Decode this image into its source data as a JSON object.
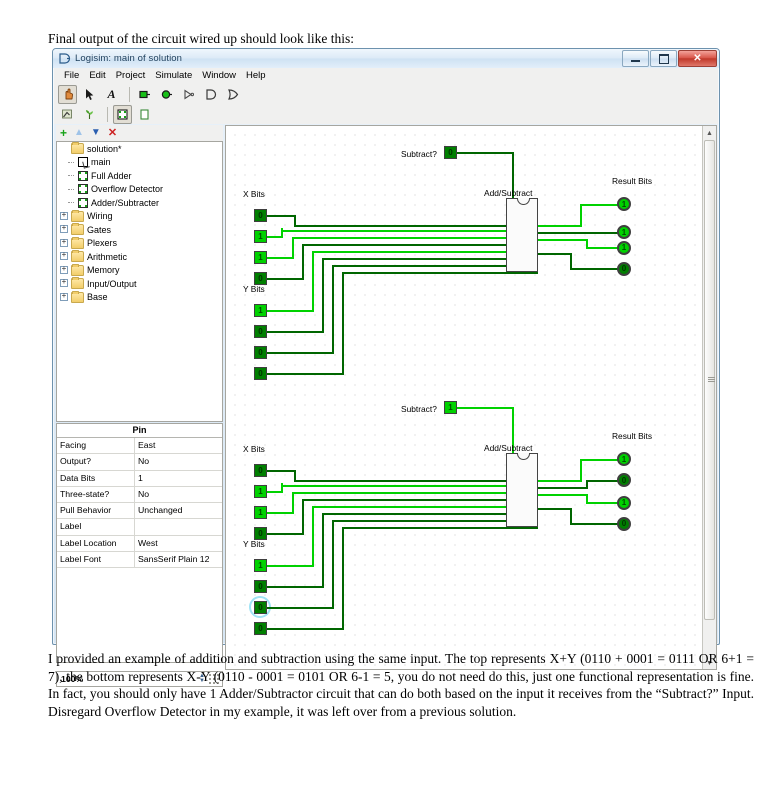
{
  "document": {
    "intro": "Final output of the circuit wired up should look like this:",
    "caption": "I provided an example of addition and subtraction using the same input.  The top represents X+Y (0110 + 0001 = 0111 OR 6+1 = 7), the bottom represents X-Y (0110 - 0001 = 0101 OR 6-1 = 5, you do not need do this, just one functional representation is fine.  In fact, you should only have 1 Adder/Subtractor circuit that can do both based on the input it receives from the “Subtract?” Input. Disregard Overflow Detector in my example, it was left over from a previous solution."
  },
  "window": {
    "title": "Logisim: main of solution",
    "ghost_text": "",
    "buttons": {
      "minimize": "–",
      "maximize": "□",
      "close": "✕"
    }
  },
  "menubar": {
    "items": [
      "File",
      "Edit",
      "Project",
      "Simulate",
      "Window",
      "Help"
    ]
  },
  "toolbar_main": {
    "tools": [
      {
        "name": "poke-tool",
        "selected": true
      },
      {
        "name": "select-tool",
        "selected": false
      },
      {
        "name": "text-tool",
        "selected": false
      },
      {
        "name": "input-pin-tool",
        "selected": false
      },
      {
        "name": "output-pin-tool",
        "selected": false
      },
      {
        "name": "not-gate-tool",
        "selected": false
      },
      {
        "name": "and-gate-tool",
        "selected": false
      },
      {
        "name": "or-gate-tool",
        "selected": false
      }
    ]
  },
  "toolbar_second": {
    "tools": [
      {
        "name": "wiring-tool",
        "selected": false
      },
      {
        "name": "paint-tool",
        "selected": false
      },
      {
        "name": "circuit-tool",
        "selected": true
      },
      {
        "name": "blank-circuit-tool",
        "selected": false
      }
    ]
  },
  "explorer_toolbar": {
    "buttons": [
      {
        "name": "add-circuit-button",
        "glyph": "+",
        "color": "#19a319"
      },
      {
        "name": "move-up-button",
        "glyph": "↑",
        "color": "#9fc3e8"
      },
      {
        "name": "move-down-button",
        "glyph": "↓",
        "color": "#2b5fb0"
      },
      {
        "name": "delete-circuit-button",
        "glyph": "✕",
        "color": "#cc2222"
      }
    ]
  },
  "explorer_tree": {
    "items": [
      {
        "label": "solution*",
        "type": "folder",
        "indent": 0,
        "twisty": "none"
      },
      {
        "label": "main",
        "type": "circuit-selected",
        "indent": 1,
        "twisty": "dash"
      },
      {
        "label": "Full Adder",
        "type": "circuit",
        "indent": 1,
        "twisty": "dash"
      },
      {
        "label": "Overflow Detector",
        "type": "circuit",
        "indent": 1,
        "twisty": "dash"
      },
      {
        "label": "Adder/Subtracter",
        "type": "circuit",
        "indent": 1,
        "twisty": "dash"
      },
      {
        "label": "Wiring",
        "type": "folder",
        "indent": 0,
        "twisty": "expand"
      },
      {
        "label": "Gates",
        "type": "folder",
        "indent": 0,
        "twisty": "expand"
      },
      {
        "label": "Plexers",
        "type": "folder",
        "indent": 0,
        "twisty": "expand"
      },
      {
        "label": "Arithmetic",
        "type": "folder",
        "indent": 0,
        "twisty": "expand"
      },
      {
        "label": "Memory",
        "type": "folder",
        "indent": 0,
        "twisty": "expand"
      },
      {
        "label": "Input/Output",
        "type": "folder",
        "indent": 0,
        "twisty": "expand"
      },
      {
        "label": "Base",
        "type": "folder",
        "indent": 0,
        "twisty": "expand"
      }
    ]
  },
  "properties": {
    "title": "Pin",
    "rows": [
      {
        "key": "Facing",
        "value": "East"
      },
      {
        "key": "Output?",
        "value": "No"
      },
      {
        "key": "Data Bits",
        "value": "1"
      },
      {
        "key": "Three-state?",
        "value": "No"
      },
      {
        "key": "Pull Behavior",
        "value": "Unchanged"
      },
      {
        "key": "Label",
        "value": ""
      },
      {
        "key": "Label Location",
        "value": "West"
      },
      {
        "key": "Label Font",
        "value": "SansSerif Plain 12"
      }
    ]
  },
  "statusbar": {
    "zoom": "100%",
    "spinner_up": "▲",
    "spinner_down": "▼"
  },
  "scrollbar": {
    "up_arrow": "▲",
    "down_arrow": "▼"
  },
  "circuits": [
    {
      "id": "top",
      "name": "adder-circuit",
      "labels": {
        "subtract": "Subtract?",
        "x_bits": "X Bits",
        "y_bits": "Y Bits",
        "chip": "Add/Subtract",
        "result_bits": "Result Bits"
      },
      "subtract_value": "0",
      "x_bits": [
        "0",
        "1",
        "1",
        "0"
      ],
      "y_bits": [
        "1",
        "0",
        "0",
        "0"
      ],
      "result_bits": [
        "1",
        "1",
        "1",
        "0"
      ]
    },
    {
      "id": "bottom",
      "name": "subtractor-circuit",
      "labels": {
        "subtract": "Subtract?",
        "x_bits": "X Bits",
        "y_bits": "Y Bits",
        "chip": "Add/Subtract",
        "result_bits": "Result Bits"
      },
      "subtract_value": "1",
      "x_bits": [
        "0",
        "1",
        "1",
        "0"
      ],
      "y_bits": [
        "1",
        "0",
        "0",
        "0"
      ],
      "result_bits": [
        "1",
        "0",
        "1",
        "0"
      ]
    }
  ],
  "colors": {
    "wire_on": "#00d200",
    "wire_off": "#006600",
    "pin_on": "#00d200",
    "pin_off": "#007f00",
    "selection": "#9fe3f5"
  }
}
